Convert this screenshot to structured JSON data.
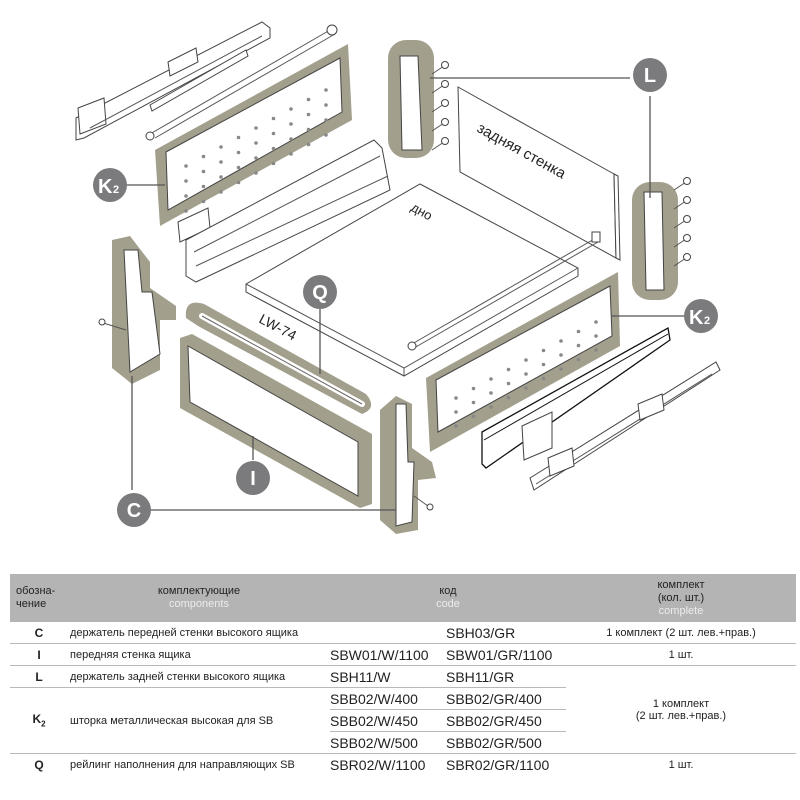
{
  "diagram": {
    "title_back_wall": "задняя стенка",
    "title_bottom": "дно",
    "rail_label": "LW-74",
    "callouts": [
      {
        "id": "K2-left",
        "letter": "K",
        "sub": "2"
      },
      {
        "id": "L",
        "letter": "L",
        "sub": ""
      },
      {
        "id": "K2-right",
        "letter": "K",
        "sub": "2"
      },
      {
        "id": "Q",
        "letter": "Q",
        "sub": ""
      },
      {
        "id": "I",
        "letter": "I",
        "sub": ""
      },
      {
        "id": "C",
        "letter": "C",
        "sub": ""
      }
    ],
    "colors": {
      "highlight": "#a29f8c",
      "callout": "#7b7b7d",
      "header_bg": "#b4b4b4"
    }
  },
  "table": {
    "headers": {
      "mark_ru": "обозна-\nчение",
      "mark_ru_1": "обозна-",
      "mark_ru_2": "чение",
      "components_ru": "комплектующие",
      "components_en": "components",
      "code_ru": "код",
      "code_en": "code",
      "complete_ru_1": "комплект",
      "complete_ru_2": "(кол. шт.)",
      "complete_en": "complete"
    },
    "rows": [
      {
        "mark": "C",
        "sub": "",
        "name": "держатель передней стенки высокого ящика",
        "code_w": "",
        "code_gr": "SBH03/GR",
        "qty": "1 комплект (2 шт. лев.+прав.)"
      },
      {
        "mark": "I",
        "sub": "",
        "name": "передняя стенка ящика",
        "code_w": "SBW01/W/1100",
        "code_gr": "SBW01/GR/1100",
        "qty": "1 шт."
      },
      {
        "mark": "L",
        "sub": "",
        "name": "держатель задней стенки высокого ящика",
        "code_w": "SBH11/W",
        "code_gr": "SBH11/GR",
        "qty_1": "1 комплект",
        "qty_2": "(2 шт. лев.+прав.)"
      },
      {
        "mark": "K",
        "sub": "2",
        "name": "шторка металлическая высокая для SB",
        "codes": [
          {
            "code_w": "SBB02/W/400",
            "code_gr": "SBB02/GR/400"
          },
          {
            "code_w": "SBB02/W/450",
            "code_gr": "SBB02/GR/450"
          },
          {
            "code_w": "SBB02/W/500",
            "code_gr": "SBB02/GR/500"
          }
        ]
      },
      {
        "mark": "Q",
        "sub": "",
        "name": "рейлинг наполнения для направляющих SB",
        "code_w": "SBR02/W/1100",
        "code_gr": "SBR02/GR/1100",
        "qty": "1 шт."
      }
    ]
  }
}
